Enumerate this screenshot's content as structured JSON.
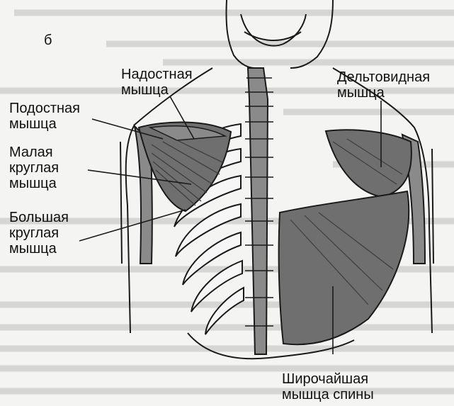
{
  "figure_letter": "б",
  "labels": {
    "supraspinatus": [
      "Надостная",
      "мышца"
    ],
    "deltoid": [
      "Дельтовидная",
      "мышца"
    ],
    "infraspinatus": [
      "Подостная",
      "мышца"
    ],
    "teres_minor": [
      "Малая",
      "круглая",
      "мышца"
    ],
    "teres_major": [
      "Большая",
      "круглая",
      "мышца"
    ],
    "latissimus": [
      "Широчайшая",
      "мышца спины"
    ]
  },
  "colors": {
    "muscle": "#6f6f6f",
    "muscle_dark": "#4a4a4a",
    "bone": "#8a8a8a",
    "outline": "#1a1a1a",
    "background_text": "#c8c8c8"
  }
}
